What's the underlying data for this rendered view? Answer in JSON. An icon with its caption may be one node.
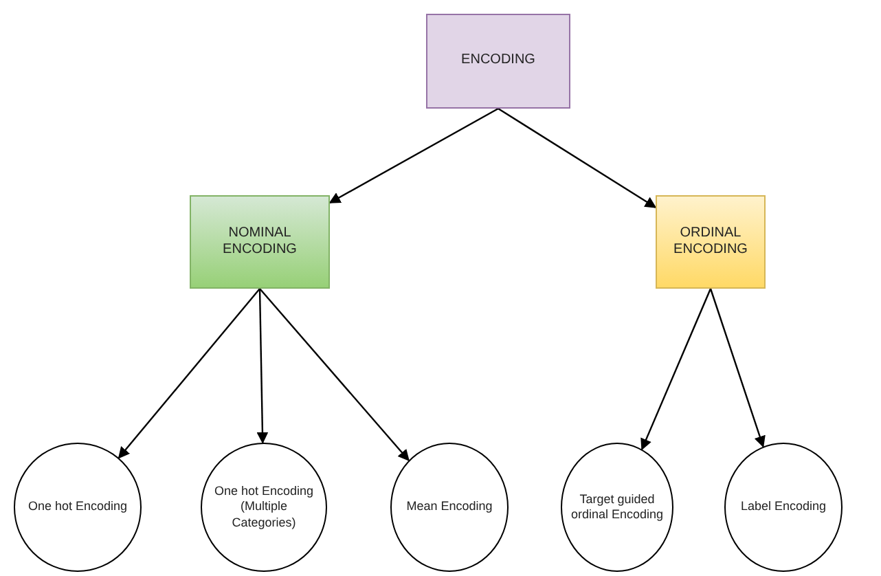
{
  "diagram": {
    "nodes": [
      {
        "text": [
          "ENCODING"
        ]
      },
      {
        "text": [
          "NOMINAL ENCODING"
        ]
      },
      {
        "text": [
          "ORDINAL ENCODING"
        ]
      },
      {
        "text": [
          "One hot Encoding"
        ]
      },
      {
        "text": [
          "One hot Encoding (Multiple Categories)"
        ]
      },
      {
        "text": [
          "Mean Encoding"
        ]
      },
      {
        "text": [
          "Target guided ordinal Encoding"
        ]
      },
      {
        "text": [
          "Label Encoding"
        ]
      }
    ],
    "edges": [
      {
        "from": 0,
        "to": 1,
        "arrow": "to"
      },
      {
        "from": 0,
        "to": 2,
        "arrow": "to"
      },
      {
        "from": 1,
        "to": 3,
        "arrow": "to"
      },
      {
        "from": 1,
        "to": 4,
        "arrow": "to"
      },
      {
        "from": 1,
        "to": 5,
        "arrow": "to"
      },
      {
        "from": 2,
        "to": 6,
        "arrow": "to"
      },
      {
        "from": 2,
        "to": 7,
        "arrow": "to"
      }
    ]
  }
}
